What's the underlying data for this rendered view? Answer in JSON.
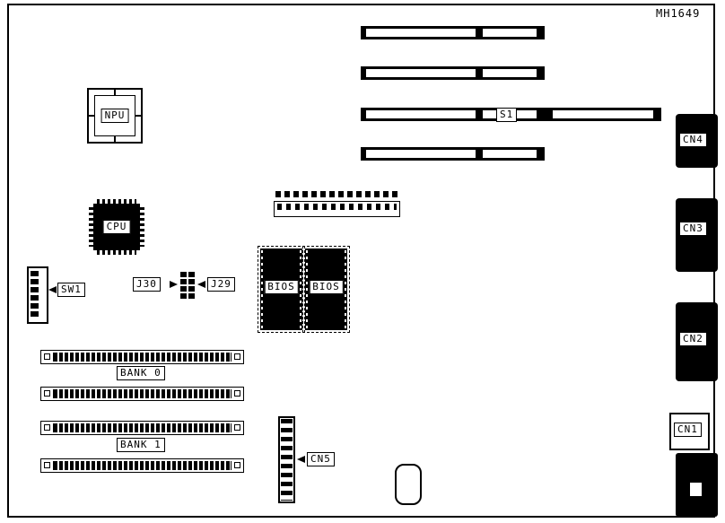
{
  "title": "MH1649",
  "components": {
    "npu": {
      "label": "NPU"
    },
    "cpu": {
      "label": "CPU"
    },
    "sw1": {
      "label": "SW1"
    },
    "j30": {
      "label": "J30"
    },
    "j29": {
      "label": "J29"
    },
    "bios_left": {
      "label": "BIOS"
    },
    "bios_right": {
      "label": "BIOS"
    },
    "s1": {
      "label": "S1"
    },
    "bank0": {
      "label": "BANK 0"
    },
    "bank1": {
      "label": "BANK 1"
    },
    "cn5": {
      "label": "CN5"
    },
    "cn4": {
      "label": "CN4"
    },
    "cn3": {
      "label": "CN3"
    },
    "cn2": {
      "label": "CN2"
    },
    "cn1": {
      "label": "CN1"
    }
  }
}
